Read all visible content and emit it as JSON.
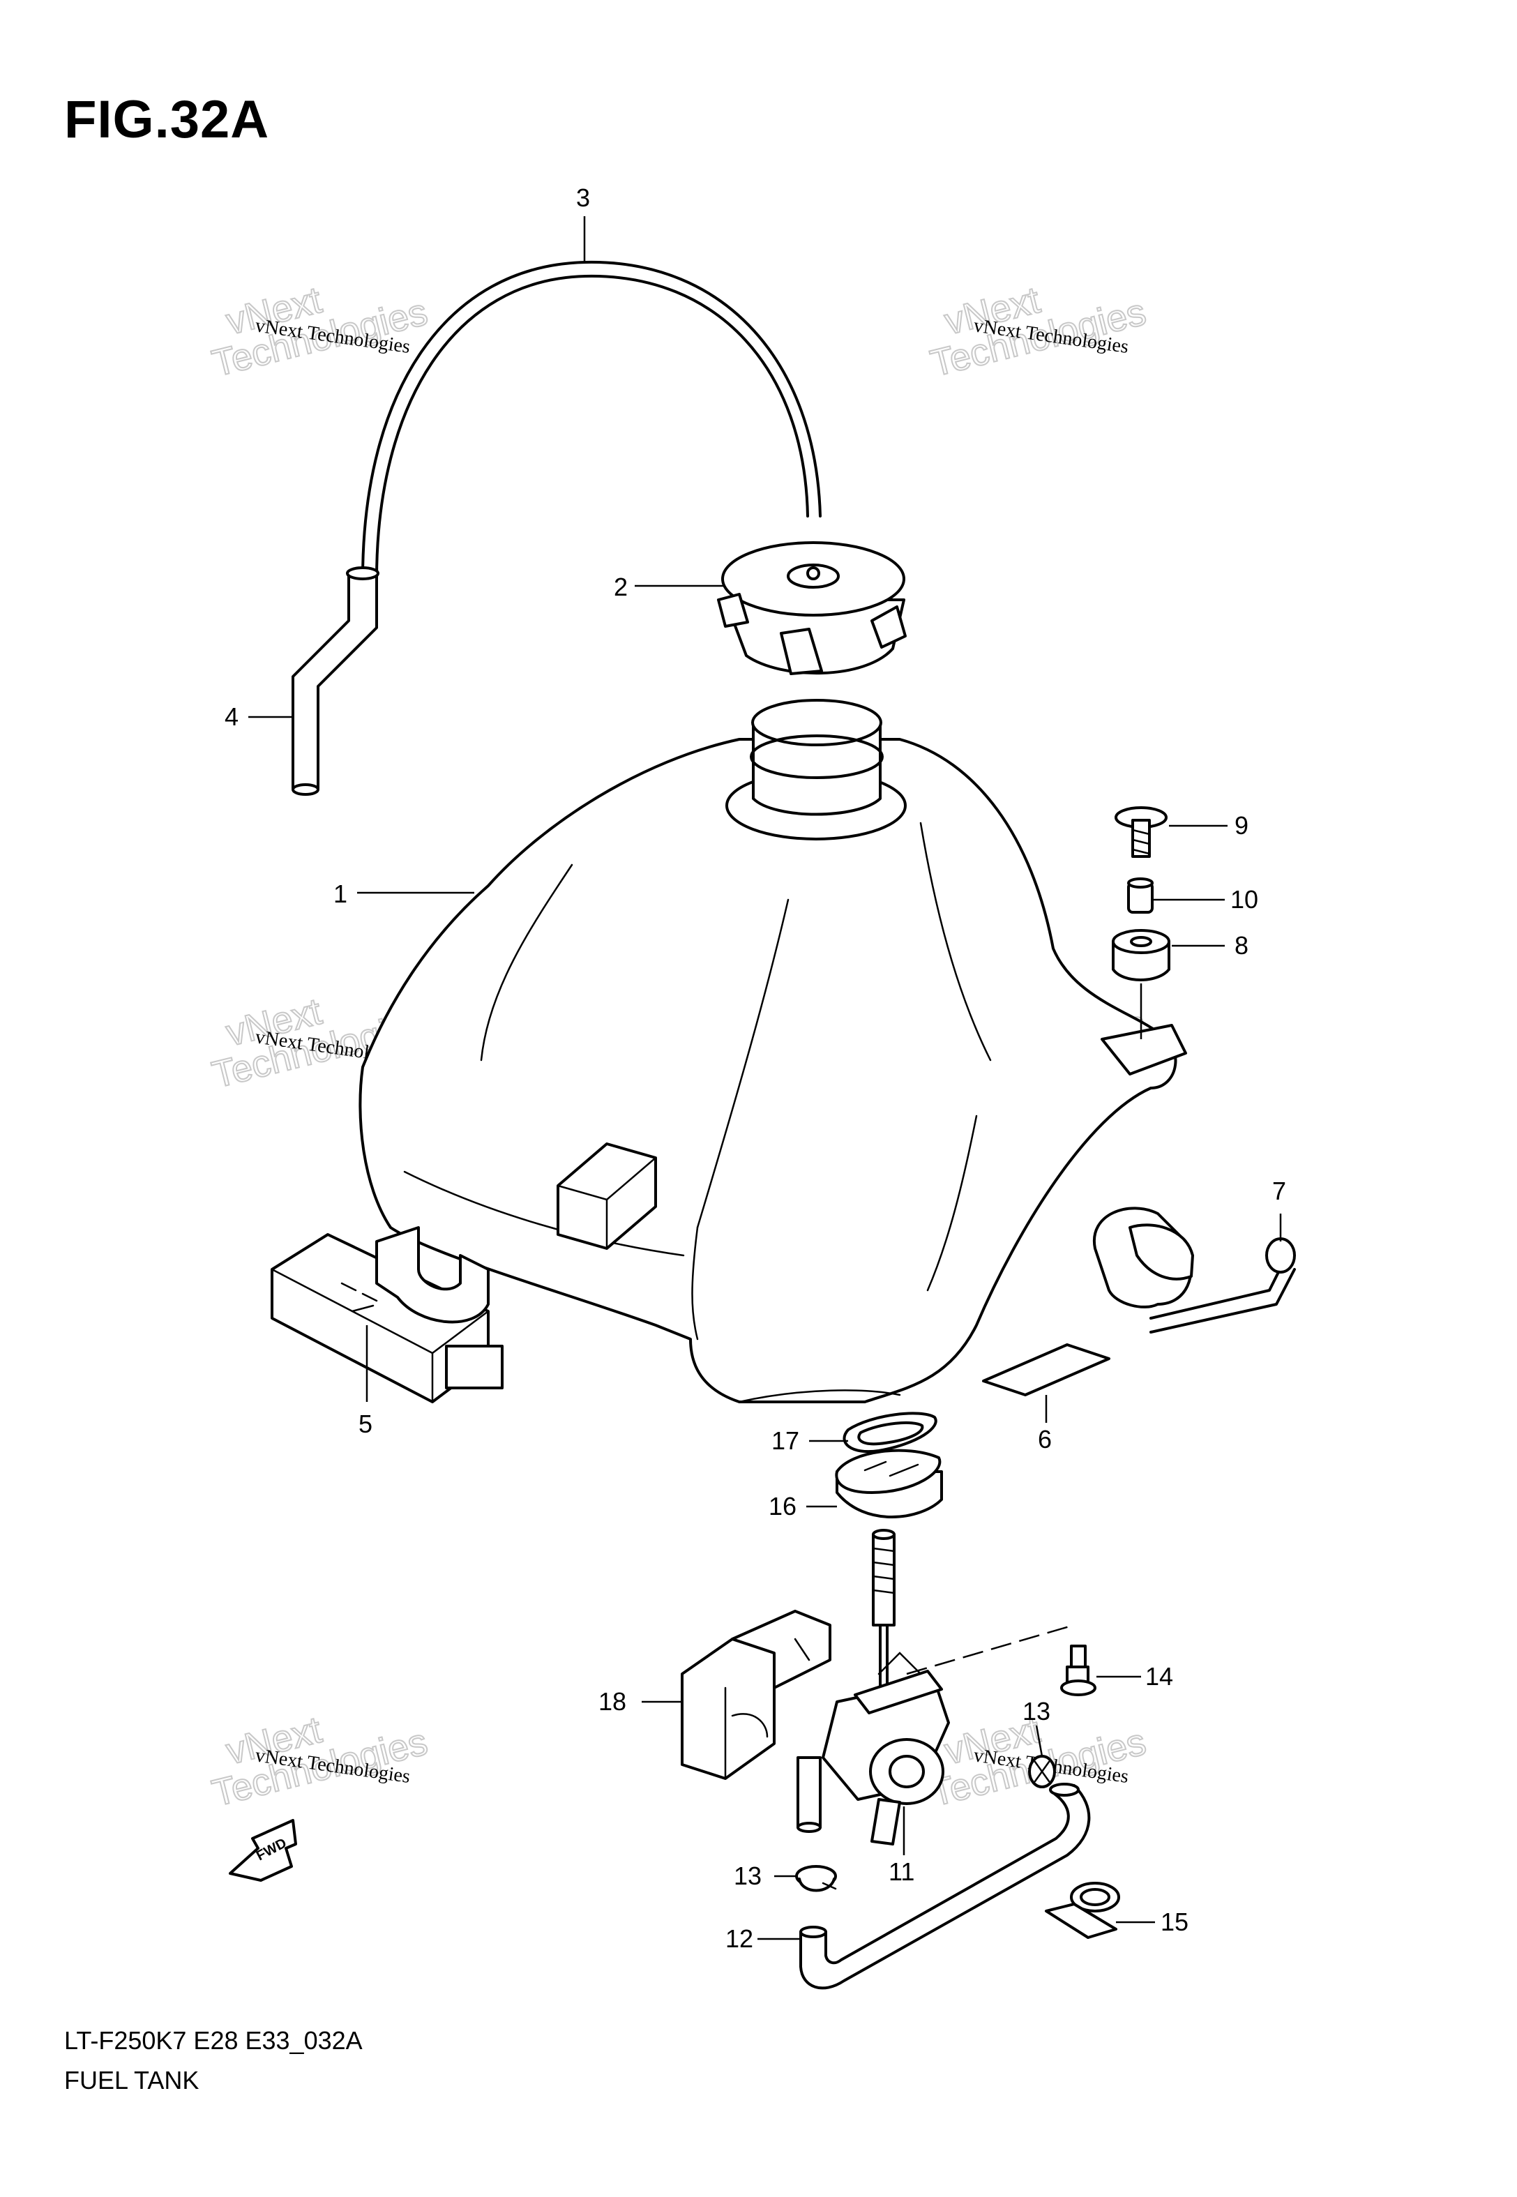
{
  "figure": {
    "title": "FIG.32A",
    "model_code": "LT-F250K7 E28 E33_032A",
    "name": "FUEL TANK"
  },
  "callouts": [
    "1",
    "2",
    "3",
    "4",
    "5",
    "6",
    "7",
    "8",
    "9",
    "10",
    "11",
    "12",
    "13",
    "13",
    "14",
    "15",
    "16",
    "17",
    "18"
  ],
  "watermark": {
    "line1": "vNext Technologies",
    "big_line1": "vNext",
    "big_line2": "Technologies"
  },
  "direction_marker": "FWD"
}
